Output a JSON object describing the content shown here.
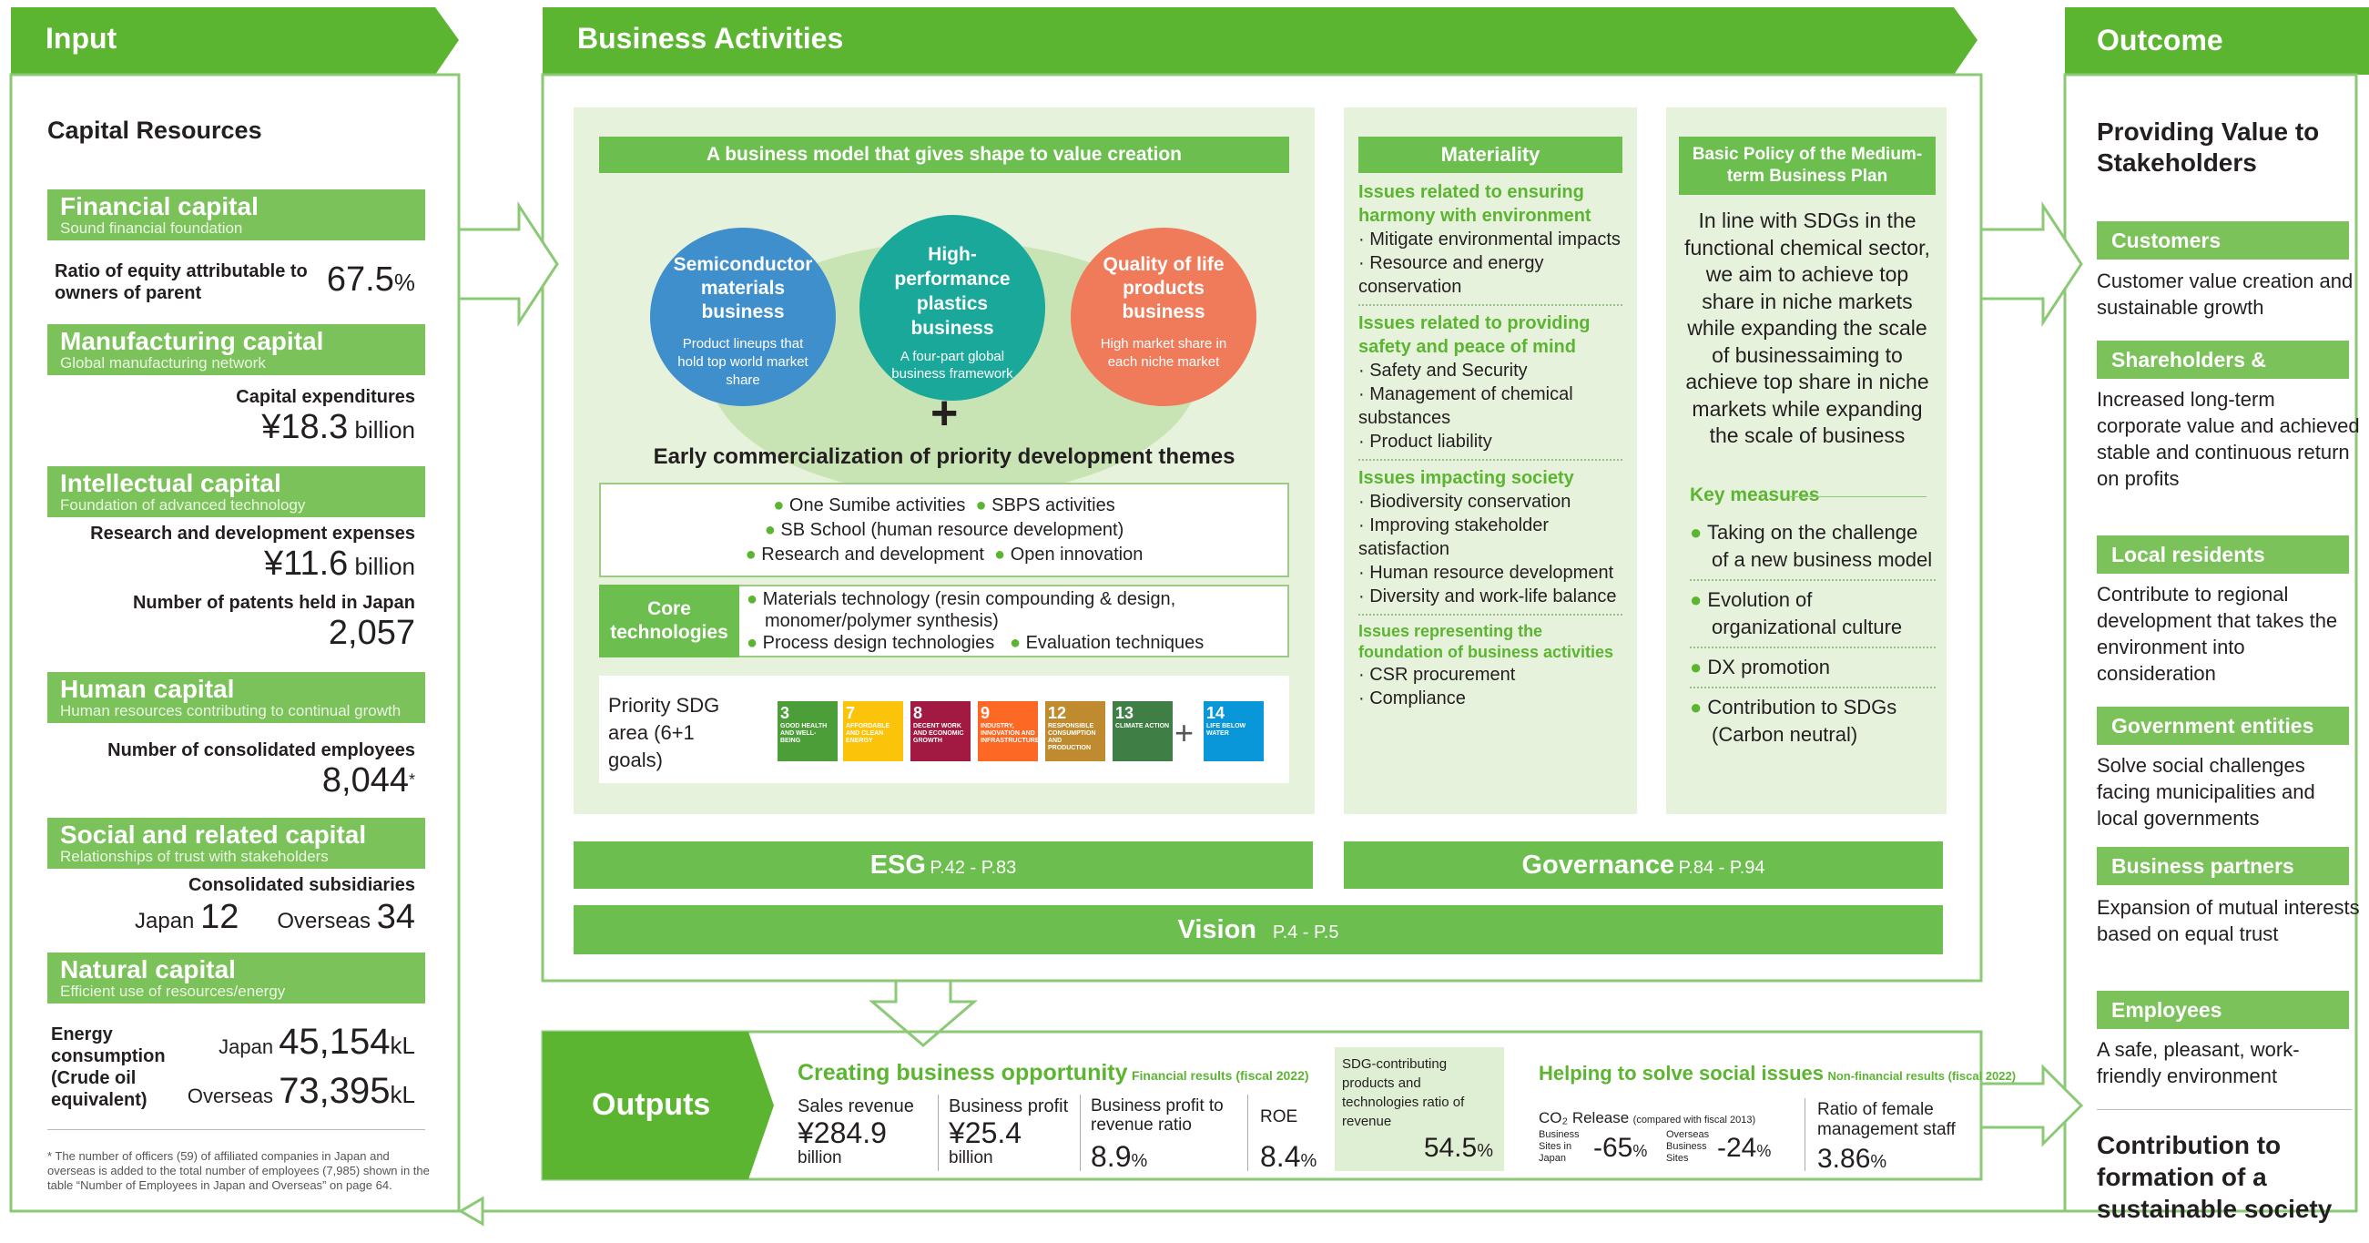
{
  "input": {
    "header": "Input",
    "title": "Capital Resources",
    "financial": {
      "title": "Financial capital",
      "sub": "Sound financial foundation",
      "label": "Ratio of equity attributable to owners of parent",
      "value": "67.5",
      "unit": "%"
    },
    "manufacturing": {
      "title": "Manufacturing capital",
      "sub": "Global manufacturing network",
      "label": "Capital expenditures",
      "value": "¥18.3",
      "unit": " billion"
    },
    "intellectual": {
      "title": "Intellectual capital",
      "sub": "Foundation of advanced technology",
      "label1": "Research and development expenses",
      "value1": "¥11.6",
      "unit1": " billion",
      "label2": "Number of patents held in Japan",
      "value2": "2,057"
    },
    "human": {
      "title": "Human capital",
      "sub": "Human resources contributing to continual growth",
      "label": "Number of consolidated employees",
      "value": "8,044",
      "mark": "*"
    },
    "social": {
      "title": "Social and related capital",
      "sub": "Relationships of trust with stakeholders",
      "label": "Consolidated subsidiaries",
      "japan_label": "Japan",
      "japan": "12",
      "overseas_label": "Overseas",
      "overseas": "34"
    },
    "natural": {
      "title": "Natural capital",
      "sub": "Efficient use of resources/energy",
      "label": "Energy consumption (Crude oil equivalent)",
      "japan_label": "Japan",
      "japan": "45,154",
      "overseas_label": "Overseas",
      "overseas": "73,395",
      "unit": "kL"
    },
    "footnote": "* The number of officers (59) of affiliated companies in Japan and overseas is added to the total number of employees (7,985) shown in the table “Number of Employees in Japan and Overseas” on page 64."
  },
  "business": {
    "header": "Business Activities",
    "model_title": "A business model that gives shape to value creation",
    "circles": [
      {
        "title": "Semiconductor materials business",
        "desc": "Product lineups that hold top world market share",
        "color": "#3f8fcd"
      },
      {
        "title": "High-performance plastics business",
        "desc": "A four-part global business framework",
        "color": "#19a89a"
      },
      {
        "title": "Quality of life products business",
        "desc": "High market share in each niche market",
        "color": "#ef7b5b"
      }
    ],
    "plus": "+",
    "early": "Early commercialization of priority development themes",
    "activities": [
      "One Sumibe activities",
      "SBPS activities",
      "SB School (human resource development)",
      "Research and development",
      "Open innovation"
    ],
    "core_label": "Core technologies",
    "core": [
      "Materials technology (resin compounding & design, monomer/polymer synthesis)",
      "Process design technologies",
      "Evaluation techniques"
    ],
    "sdg_label": "Priority SDG area (6+1 goals)",
    "sdgs": [
      {
        "n": "3",
        "t": "GOOD HEALTH AND WELL-BEING",
        "c": "#4c9f38"
      },
      {
        "n": "7",
        "t": "AFFORDABLE AND CLEAN ENERGY",
        "c": "#fcc30b"
      },
      {
        "n": "8",
        "t": "DECENT WORK AND ECONOMIC GROWTH",
        "c": "#a21942"
      },
      {
        "n": "9",
        "t": "INDUSTRY, INNOVATION AND INFRASTRUCTURE",
        "c": "#fd6925"
      },
      {
        "n": "12",
        "t": "RESPONSIBLE CONSUMPTION AND PRODUCTION",
        "c": "#bf8b2e"
      },
      {
        "n": "13",
        "t": "CLIMATE ACTION",
        "c": "#3f7e44"
      },
      {
        "n": "14",
        "t": "LIFE BELOW WATER",
        "c": "#0a97d9"
      }
    ],
    "materiality": {
      "title": "Materiality",
      "groups": [
        {
          "t": "Issues related to ensuring harmony with environment",
          "items": [
            "· Mitigate environmental impacts",
            "· Resource and energy conservation"
          ]
        },
        {
          "t": "Issues related to providing safety and peace of mind",
          "items": [
            "· Safety and Security",
            "· Management of chemical substances",
            "· Product liability"
          ]
        },
        {
          "t": "Issues impacting society",
          "items": [
            "· Biodiversity conservation",
            "· Improving stakeholder satisfaction",
            "· Human resource development",
            "· Diversity and work-life balance"
          ]
        },
        {
          "t": "Issues representing the foundation of business activities",
          "items": [
            "· CSR procurement",
            "· Compliance"
          ]
        }
      ]
    },
    "policy": {
      "title": "Basic Policy of the Medium-term Business Plan",
      "text": "In line with SDGs in the functional chemical sector, we aim to achieve top share in niche markets while expanding the scale of businessaiming to achieve top share in niche markets while expanding the scale of business",
      "key": "Key measures",
      "measures": [
        "Taking on the challenge of a new business model",
        "Evolution of organizational culture",
        "DX promotion",
        "Contribution to SDGs (Carbon neutral)"
      ]
    },
    "esg": "ESG",
    "esg_p": "P.42 - P.83",
    "gov": "Governance",
    "gov_p": "P.84 - P.94",
    "vision": "Vision",
    "vision_p": "P.4 - P.5"
  },
  "outputs": {
    "header": "Outputs",
    "opp_title": "Creating business opportunity",
    "opp_sub": "Financial results (fiscal 2022)",
    "sales_l": "Sales revenue",
    "sales": "¥284.9",
    "sales_u": "billion",
    "profit_l": "Business profit",
    "profit": "¥25.4",
    "profit_u": "billion",
    "ratio_l": "Business profit to revenue ratio",
    "ratio": "8.9",
    "pct": "%",
    "roe_l": "ROE",
    "roe": "8.4",
    "sdg_l": "SDG-contributing products and technologies ratio of revenue",
    "sdg": "54.5",
    "soc_title": "Helping to solve social issues",
    "soc_sub": "Non-financial results (fiscal 2022)",
    "co2_l": "CO₂ Release",
    "co2_s": "(compared with fiscal 2013)",
    "jp_l": "Business Sites in Japan",
    "jp": "-65",
    "ov_l": "Overseas Business Sites",
    "ov": "-24",
    "fem_l": "Ratio of female management staff",
    "fem": "3.86"
  },
  "outcome": {
    "header": "Outcome",
    "title": "Providing Value to Stakeholders",
    "groups": [
      {
        "h": "Customers",
        "t": "Customer value creation and sustainable growth"
      },
      {
        "h": "Shareholders & investors",
        "t": "Increased long-term corporate value and achieved stable and continuous return on profits"
      },
      {
        "h": "Local residents",
        "t": "Contribute to regional development that takes the environment into consideration"
      },
      {
        "h": "Government entities",
        "t": "Solve social challenges facing municipalities and local governments"
      },
      {
        "h": "Business partners",
        "t": "Expansion of mutual interests based on equal trust"
      },
      {
        "h": "Employees",
        "t": "A safe, pleasant, work-friendly environment"
      }
    ],
    "footer": "Contribution to formation of a sustainable society"
  }
}
